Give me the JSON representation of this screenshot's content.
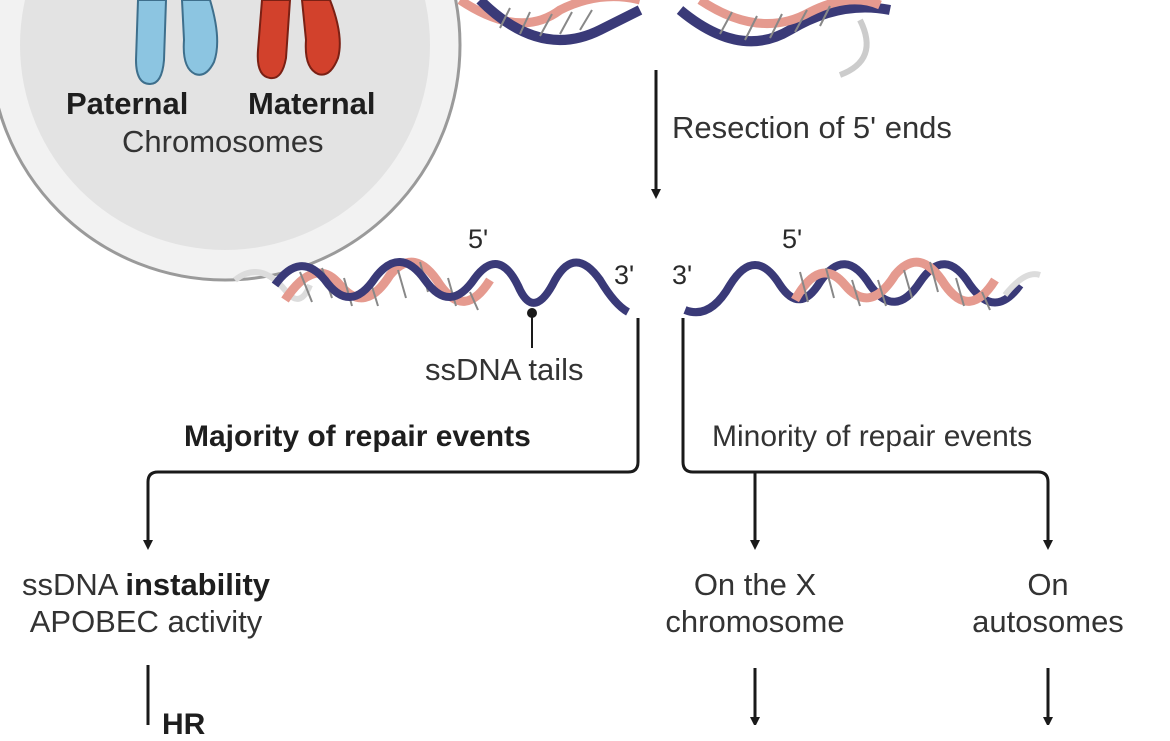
{
  "cell": {
    "paternal_label": "Paternal",
    "maternal_label": "Maternal",
    "chromosomes_label": "Chromosomes"
  },
  "steps": {
    "resection": "Resection of 5' ends"
  },
  "dna_ends": {
    "left_top": "5'",
    "left_end": "3'",
    "right_end": "3'",
    "right_top": "5'",
    "tails_label": "ssDNA tails"
  },
  "branches": {
    "majority": "Majority of repair events",
    "minority": "Minority of repair events"
  },
  "outcomes": {
    "instability_prefix": "ssDNA",
    "instability_bold": "instability",
    "apobec": "APOBEC activity",
    "x_line1": "On the X",
    "x_line2": "chromosome",
    "auto_line1": "On",
    "auto_line2": "autosomes",
    "hr_partial": "HR"
  },
  "colors": {
    "navy_strand": "#3a3a78",
    "pink_strand": "#e59a8f",
    "paternal_blue": "#86c1de",
    "maternal_red": "#d2412c",
    "arrow": "#1a1a1a",
    "cell_fill": "#e6e6e6"
  }
}
